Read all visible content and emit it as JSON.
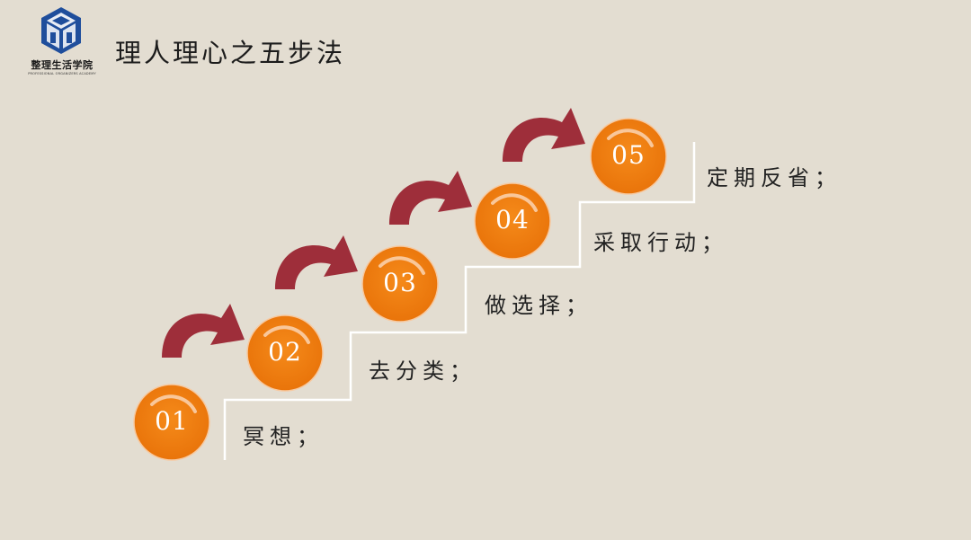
{
  "logo": {
    "name_cn": "整理生活学院",
    "name_en": "PROFESSIONAL ORGANIZERS ACADEMY"
  },
  "title": "理人理心之五步法",
  "colors": {
    "circle": "#ef7d0b",
    "arrow": "#9e2e3a",
    "line": "#ffffff",
    "background": "#e3ddd1"
  },
  "steps": [
    {
      "num": "01",
      "label": "冥想；"
    },
    {
      "num": "02",
      "label": "去分类；"
    },
    {
      "num": "03",
      "label": "做选择；"
    },
    {
      "num": "04",
      "label": "采取行动；"
    },
    {
      "num": "05",
      "label": "定期反省；"
    }
  ]
}
